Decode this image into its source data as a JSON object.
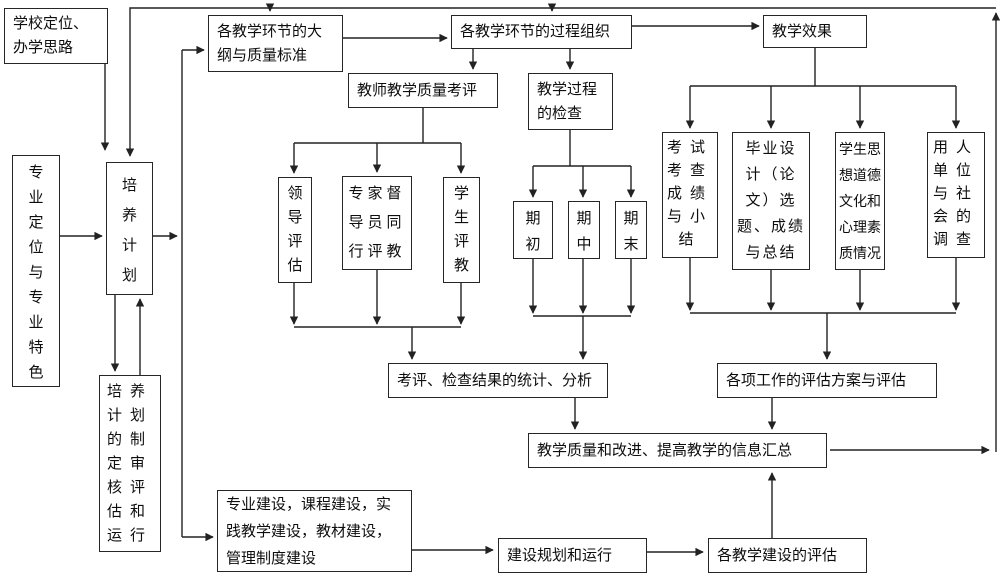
{
  "diagram": {
    "type": "flowchart",
    "background": "#ffffff",
    "line_color": "#222222",
    "box_border_color": "#262626",
    "nodes": {
      "school": "学校定位、\n办学思路",
      "major_position": "专\n业\n定\n位\n与\n专\n业\n特\n色",
      "training_plan": "培\n养\n计\n划",
      "plan_review": "培养\n计划\n的制\n定审\n核评\n估和\n运行",
      "syllabus": "各教学环节的大\n纲与质量标准",
      "teacher_eval": "教师教学质量考评",
      "process_org": "各教学环节的过程组织",
      "process_check": "教学过程\n的检查",
      "effect": "教学效果",
      "leader_eval": "领\n导\n评\n估",
      "expert_eval": "专家督\n导员同\n行评教",
      "student_eval": "学\n生\n评\n教",
      "term_begin": "期\n初",
      "term_mid": "期\n中",
      "term_end": "期\n末",
      "exam_results": "考试\n考查\n成绩\n与小\n结",
      "grad_design": "毕业设\n计（论\n文）选\n题、成绩\n与总结",
      "student_moral": "学生思\n想道德\n文化和\n心理素\n质情况",
      "employer_survey": "用人\n单位\n与社\n会的\n调查",
      "stats": "考评、检查结果的统计、分析",
      "work_eval": "各项工作的评估方案与评估",
      "info_summary": "教学质量和改进、提高教学的信息汇总",
      "construction": "专业建设，课程建设，实践教学建设，教材建设，管理制度建设",
      "build_plan": "建设规划和运行",
      "build_eval": "各教学建设的评估"
    }
  }
}
